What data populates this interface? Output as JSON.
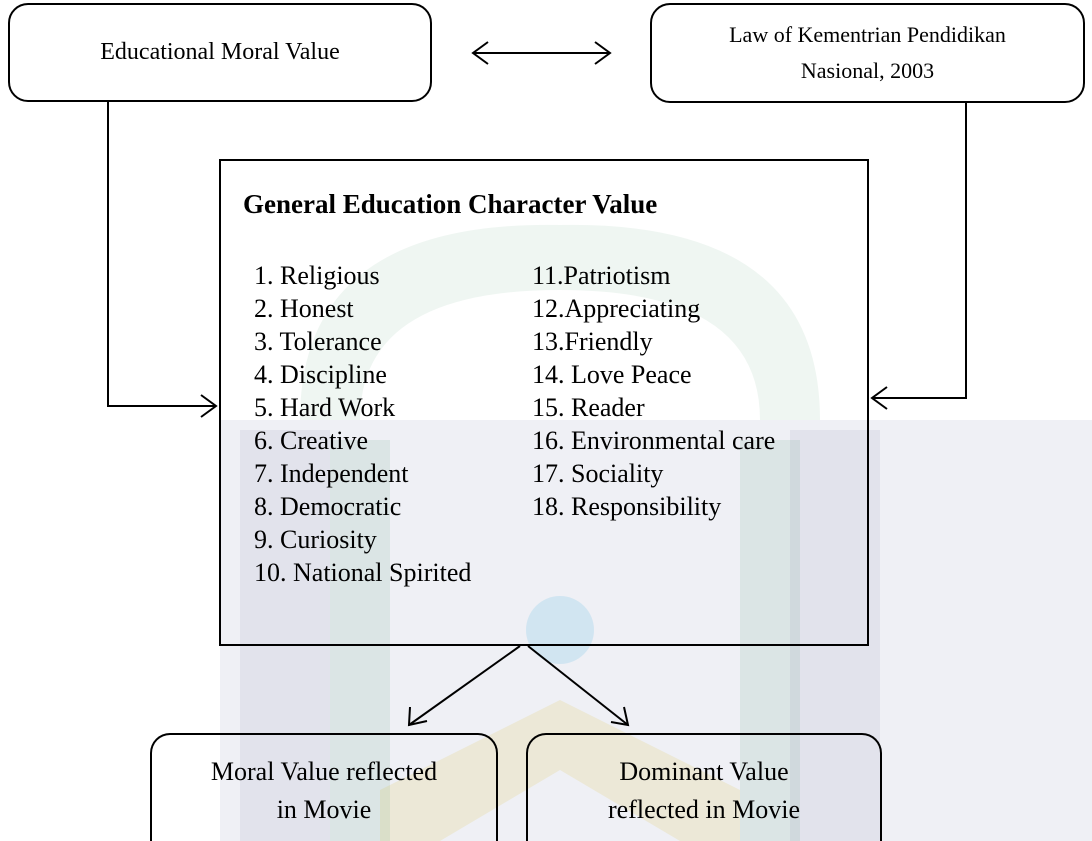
{
  "boxes": {
    "educational_moral_value": "Educational Moral Value",
    "law_line1": "Law of Kementrian Pendidikan",
    "law_line2": "Nasional, 2003",
    "moral_line1": "Moral Value reflected",
    "moral_line2": "in Movie",
    "dominant_line1": "Dominant Value",
    "dominant_line2": "reflected in Movie"
  },
  "main": {
    "title": "General Education Character Value",
    "col1": [
      "1. Religious",
      "2. Honest",
      "3. Tolerance",
      "4. Discipline",
      "5. Hard Work",
      "6. Creative",
      "7. Independent",
      "8. Democratic",
      "9. Curiosity",
      "10. National Spirited"
    ],
    "col2": [
      "11.Patriotism",
      "12.Appreciating",
      "13.Friendly",
      "14. Love Peace",
      "15. Reader",
      "16. Environmental care",
      "17. Sociality",
      "18. Responsibility"
    ]
  },
  "colors": {
    "watermark_green": "#2e8b57",
    "watermark_navy": "#1e2a6e",
    "watermark_yellow": "#d9b400",
    "watermark_cyan": "#29a8e0"
  }
}
